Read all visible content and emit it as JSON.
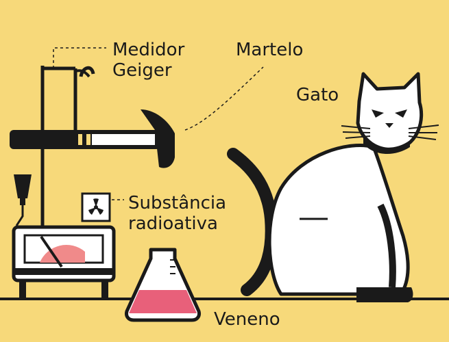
{
  "labels": {
    "geiger": "Medidor\nGeiger",
    "hammer": "Martelo",
    "cat": "Gato",
    "substance": "Substância\nradioativa",
    "poison": "Veneno"
  },
  "colors": {
    "background": "#f7d97a",
    "ink": "#1a1a1a",
    "white": "#ffffff",
    "poison": "#e8607a",
    "geiger_dial": "#f08a8a"
  },
  "icons": [
    "radiation-icon",
    "hammer-icon",
    "flask-icon",
    "cat-icon",
    "geiger-counter-icon"
  ]
}
